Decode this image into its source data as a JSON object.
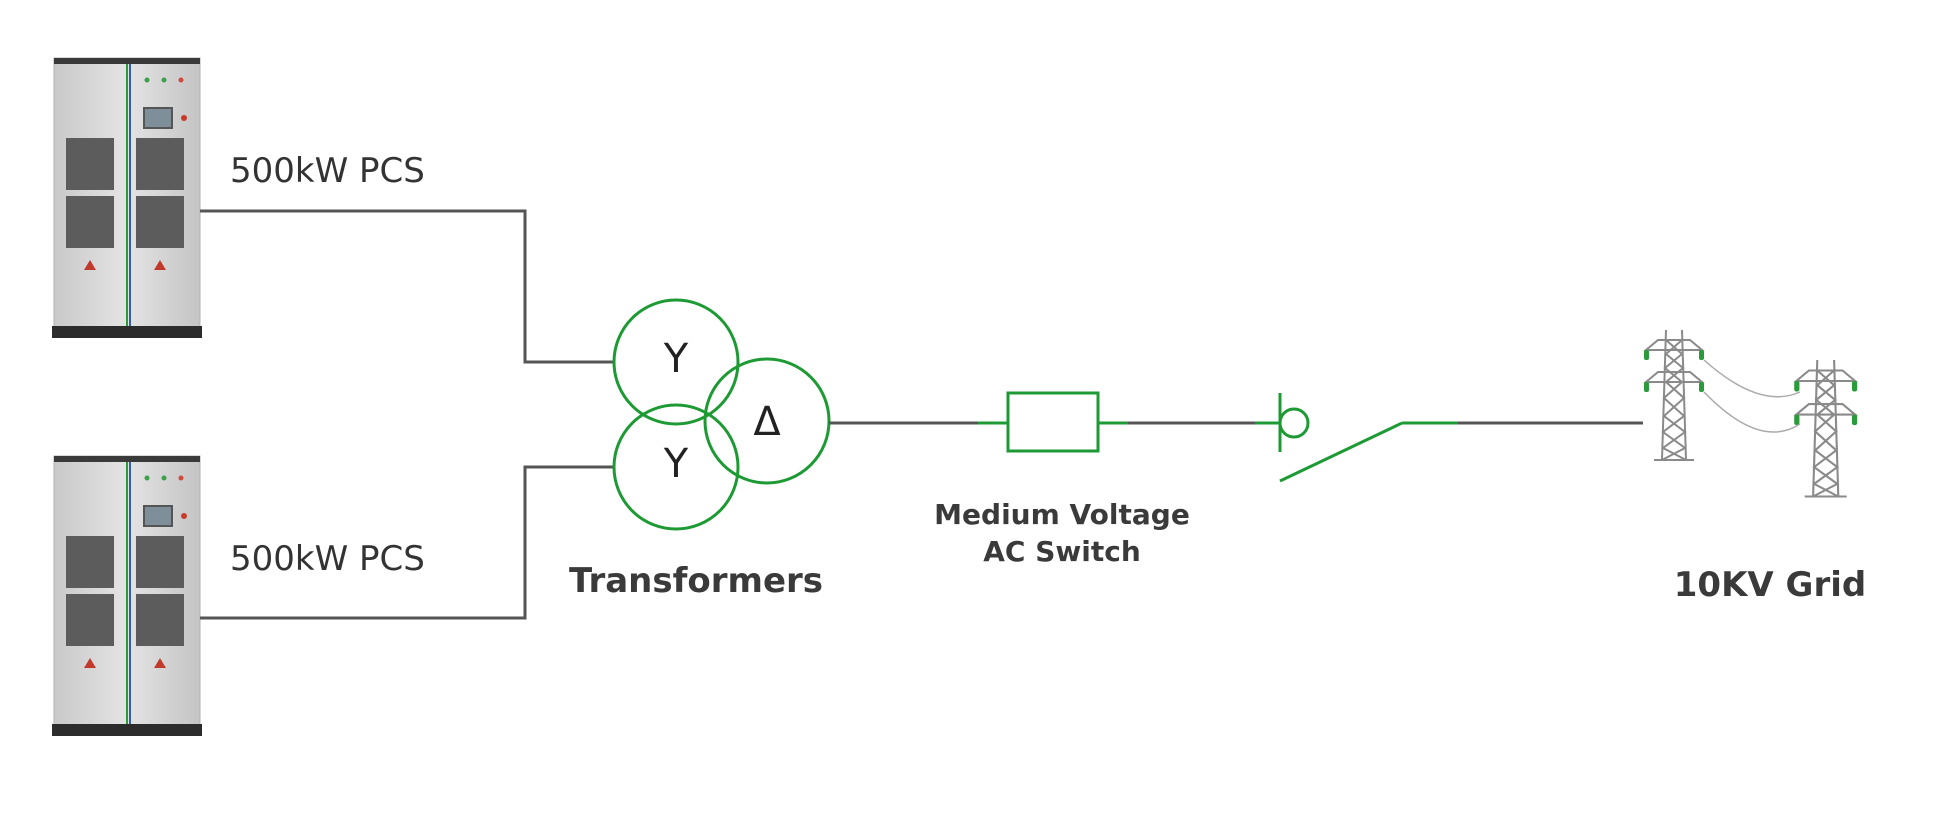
{
  "diagram": {
    "pcs_units": [
      {
        "label": "500kW PCS"
      },
      {
        "label": "500kW PCS"
      }
    ],
    "transformer": {
      "label": "Transformers",
      "winding_symbols": [
        "Y",
        "Y",
        "Δ"
      ]
    },
    "switch": {
      "label_line1": "Medium Voltage",
      "label_line2": "AC Switch"
    },
    "grid": {
      "label": "10KV Grid"
    }
  },
  "colors": {
    "wire": "#555555",
    "symbol": "#1e9a34",
    "text": "#333333"
  },
  "icons": [
    "pcs-cabinet-icon",
    "transmission-tower-icon"
  ]
}
